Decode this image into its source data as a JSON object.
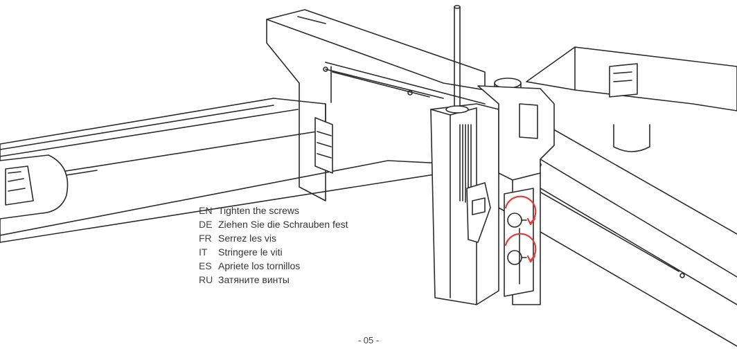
{
  "instructions": [
    {
      "code": "EN",
      "text": "Tighten the screws"
    },
    {
      "code": "DE",
      "text": "Ziehen Sie die Schrauben fest"
    },
    {
      "code": "FR",
      "text": "Serrez les vis"
    },
    {
      "code": "IT",
      "text": "Stringere le viti"
    },
    {
      "code": "ES",
      "text": "Apriete los tornillos"
    },
    {
      "code": "RU",
      "text": "Затяните винты"
    }
  ],
  "page_number": "- 05 -",
  "colors": {
    "line": "#2a2a2a",
    "arrow": "#e23b3b"
  },
  "icons": [
    "rotate-clockwise-arrow-icon",
    "rotate-clockwise-arrow-icon"
  ]
}
